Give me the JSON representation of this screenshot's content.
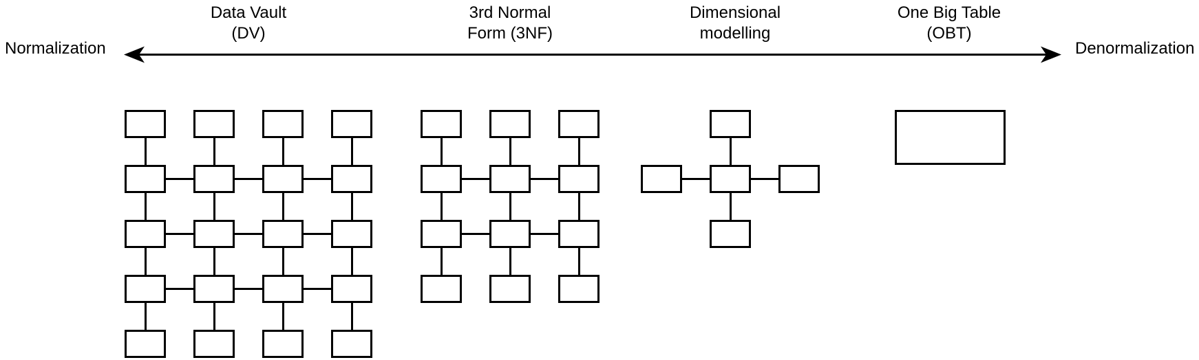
{
  "axis": {
    "left_label": "Normalization",
    "right_label": "Denormalization"
  },
  "methods": [
    {
      "id": "data-vault",
      "label_line1": "Data Vault",
      "label_line2": "(DV)"
    },
    {
      "id": "third-normal-form",
      "label_line1": "3rd Normal",
      "label_line2": "Form (3NF)"
    },
    {
      "id": "dimensional-modelling",
      "label_line1": "Dimensional",
      "label_line2": "modelling"
    },
    {
      "id": "one-big-table",
      "label_line1": "One Big Table",
      "label_line2": "(OBT)"
    }
  ],
  "diagrams": [
    {
      "method": "data-vault",
      "type": "grid",
      "rows": 5,
      "cols": 4,
      "horizontal_link_rows": [
        2,
        3,
        4
      ],
      "box_count": 20
    },
    {
      "method": "third-normal-form",
      "type": "grid",
      "rows": 4,
      "cols": 3,
      "horizontal_link_rows": [
        2,
        3
      ],
      "box_count": 12
    },
    {
      "method": "dimensional-modelling",
      "type": "star",
      "satellite_count": 4,
      "box_count": 5
    },
    {
      "method": "one-big-table",
      "type": "single",
      "box_count": 1
    }
  ],
  "colors": {
    "stroke": "#000000",
    "box_fill": "#ffffff",
    "background": "#ffffff"
  }
}
